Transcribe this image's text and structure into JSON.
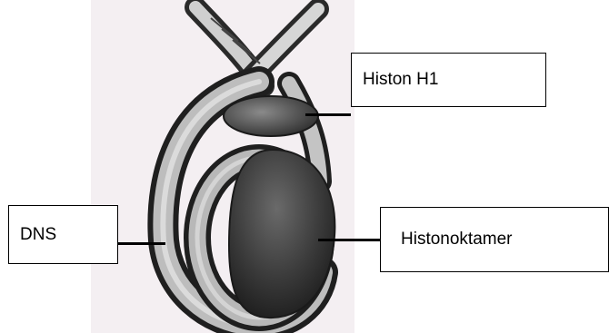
{
  "diagram": {
    "labels": {
      "histone_h1": "Histon H1",
      "dna": "DNS",
      "histone_octamer": "Histonoktamer"
    },
    "colors": {
      "background_tint": "#f4eff2",
      "strand_light": "#d8d8d8",
      "strand_dark": "#555555",
      "octamer_core": "#2f2f2f",
      "outline": "#1a1a1a"
    }
  }
}
